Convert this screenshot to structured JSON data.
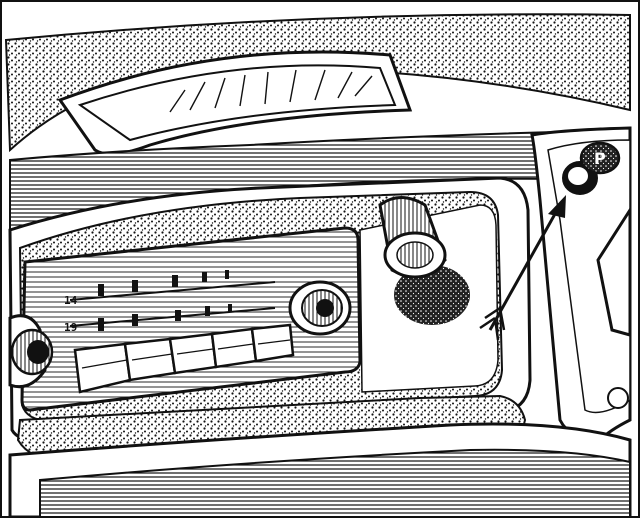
{
  "illustration": {
    "ink_color": "#111111",
    "paper_color": "#ffffff"
  },
  "radio": {
    "band_label_upper": "14",
    "band_label_lower": "19",
    "preset_button_count": 5
  },
  "knob_marking": "P",
  "icons": [
    "tuning-knob-icon",
    "control-knob-icon",
    "pull-knob-icon",
    "pointer-arrow-icon"
  ]
}
